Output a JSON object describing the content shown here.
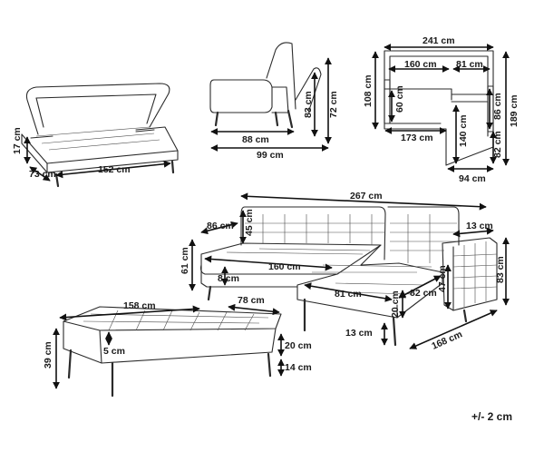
{
  "tolerance": "+/- 2 cm",
  "storage_ottoman": {
    "height": "17 cm",
    "depth": "73 cm",
    "width": "152 cm"
  },
  "side_view": {
    "seat_depth": "88 cm",
    "total_depth": "99 cm",
    "seat_height": "83 cm",
    "back_height": "72 cm"
  },
  "top_view": {
    "total_width": "241 cm",
    "seat_width": "160 cm",
    "chaise_width": "81 cm",
    "left_depth": "108 cm",
    "seat_inner": "60 cm",
    "lower_width": "173 cm",
    "chaise_length": "140 cm",
    "chaise_inner": "86 cm",
    "total_length": "189 cm",
    "chaise_end": "82 cm",
    "chaise_foot": "94 cm"
  },
  "main_view": {
    "total_width": "267 cm",
    "arm_depth": "86 cm",
    "back_height": "45 cm",
    "seat_width": "160 cm",
    "height": "61 cm",
    "leg_height": "8 cm",
    "chaise_width": "81 cm",
    "chaise_depth": "82 cm",
    "arm_width": "13 cm",
    "side_height": "47 cm",
    "total_height": "83 cm",
    "chaise_seat": "20 cm",
    "chaise_leg": "13 cm",
    "diagonal_length": "168 cm"
  },
  "ottoman": {
    "width": "158 cm",
    "depth": "78 cm",
    "height": "39 cm",
    "cushion": "5 cm",
    "upholstery": "20 cm",
    "leg": "14 cm"
  }
}
